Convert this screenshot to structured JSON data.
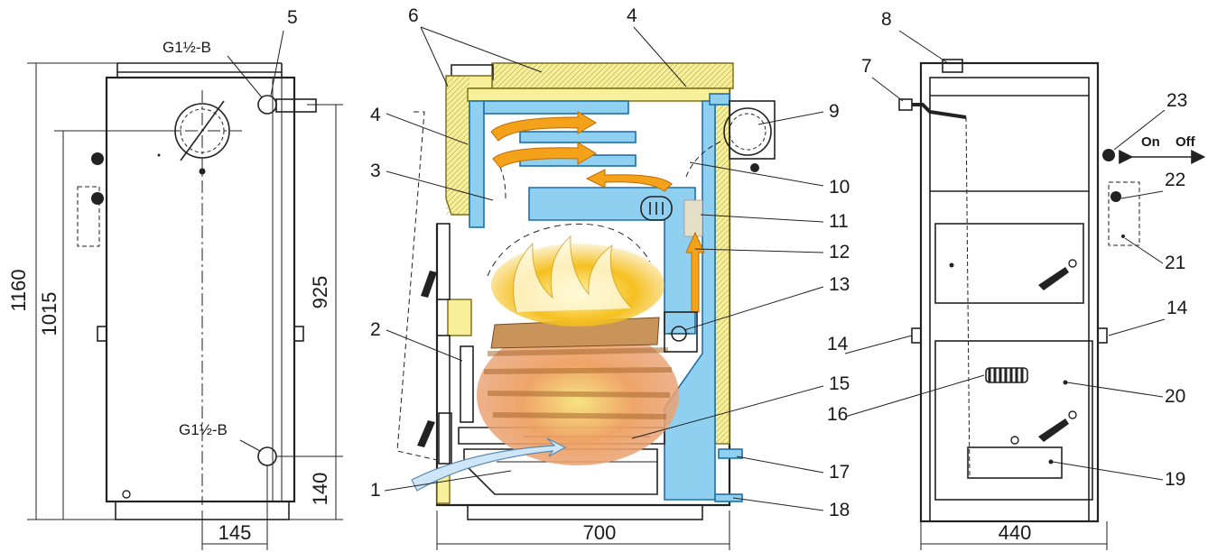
{
  "left_view": {
    "thread_top": "G1½-B",
    "thread_bottom": "G1½-B",
    "dim_height_total": "1160",
    "dim_height_inner": "1015",
    "dim_height_pipe": "925",
    "dim_bottom_offset": "140",
    "dim_width_offset": "145"
  },
  "section_view": {
    "dim_width": "700"
  },
  "right_view": {
    "dim_width": "440",
    "switch_on": "On",
    "switch_off": "Off"
  },
  "callouts": [
    "1",
    "2",
    "3",
    "4",
    "4",
    "5",
    "6",
    "7",
    "8",
    "9",
    "10",
    "11",
    "12",
    "13",
    "14",
    "14",
    "15",
    "16",
    "17",
    "18",
    "19",
    "20",
    "21",
    "22",
    "23"
  ],
  "colors": {
    "water_jacket": "#8fd0f0",
    "insulation": "#f7ef9a",
    "flow_arrows": "#f4a21a",
    "fire": "#f5c020",
    "wood": "#d98a40"
  }
}
